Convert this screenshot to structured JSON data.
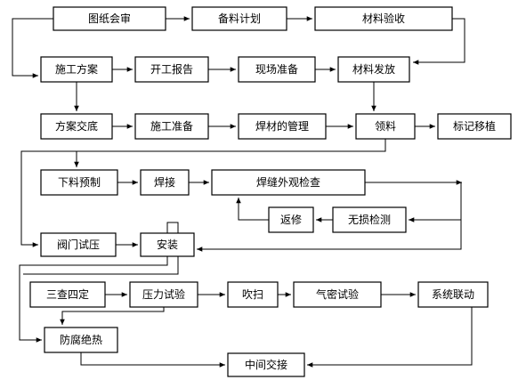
{
  "steps": [
    {
      "id": "drawing_review",
      "label": "图纸会审"
    },
    {
      "id": "material_plan",
      "label": "备料计划"
    },
    {
      "id": "material_inspection",
      "label": "材料验收"
    },
    {
      "id": "construction_plan",
      "label": "施工方案"
    },
    {
      "id": "start_report",
      "label": "开工报告"
    },
    {
      "id": "site_prep",
      "label": "现场准备"
    },
    {
      "id": "material_issue",
      "label": "材料发放"
    },
    {
      "id": "plan_briefing",
      "label": "方案交底"
    },
    {
      "id": "construction_prep",
      "label": "施工准备"
    },
    {
      "id": "welding_material_mgmt",
      "label": "焊材的管理"
    },
    {
      "id": "requisition",
      "label": "领料"
    },
    {
      "id": "marking_transfer",
      "label": "标记移植"
    },
    {
      "id": "cutting_prefab",
      "label": "下料预制"
    },
    {
      "id": "welding",
      "label": "焊接"
    },
    {
      "id": "weld_visual",
      "label": "焊缝外观检查"
    },
    {
      "id": "repair",
      "label": "返修"
    },
    {
      "id": "ndt",
      "label": "无损检测"
    },
    {
      "id": "valve_test",
      "label": "阀门试压"
    },
    {
      "id": "install",
      "label": "安装"
    },
    {
      "id": "three_checks",
      "label": "三查四定"
    },
    {
      "id": "pressure_test",
      "label": "压力试验"
    },
    {
      "id": "purge",
      "label": "吹扫"
    },
    {
      "id": "airtight_test",
      "label": "气密试验"
    },
    {
      "id": "system_commissioning",
      "label": "系统联动"
    },
    {
      "id": "anticorrosion_insulation",
      "label": "防腐绝热"
    },
    {
      "id": "handover",
      "label": "中间交接"
    }
  ]
}
